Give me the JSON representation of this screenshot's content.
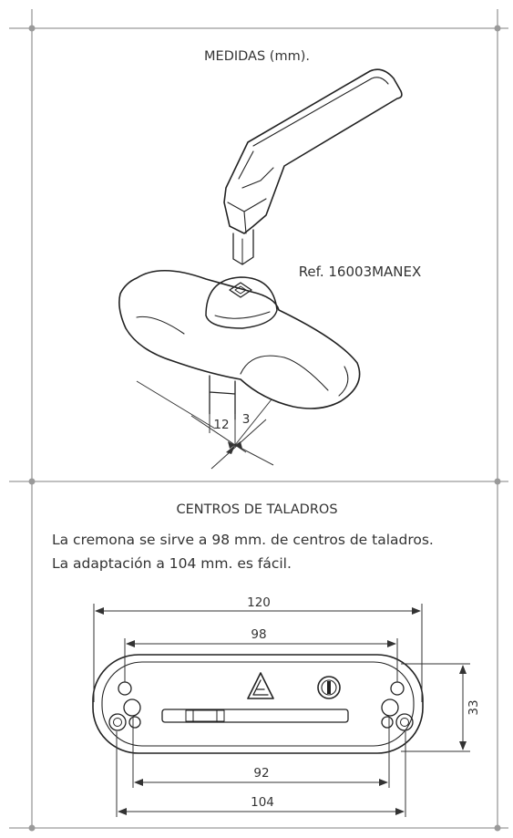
{
  "section_top": {
    "title": "MEDIDAS (mm).",
    "reference": "Ref. 16003MANEX",
    "dim_shaft_width": "12",
    "dim_shaft_depth": "3"
  },
  "section_bottom": {
    "title": "CENTROS DE TALADROS",
    "description_line1": "La cremona se sirve a 98 mm. de centros de taladros.",
    "description_line2": "La adaptación a 104 mm. es fácil.",
    "dim_overall_length": "120",
    "dim_center_distance_98": "98",
    "dim_height": "33",
    "dim_center_distance_92": "92",
    "dim_center_distance_104": "104"
  },
  "colors": {
    "frame": "#9a9a9a",
    "ink": "#222222"
  }
}
